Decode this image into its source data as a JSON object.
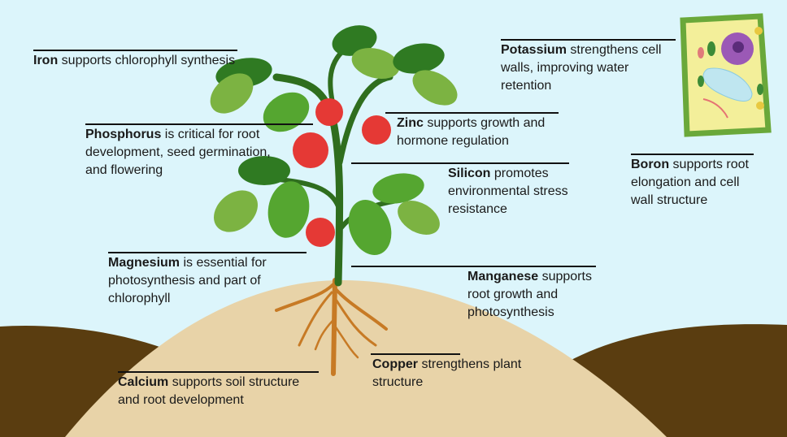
{
  "title": "Plant nutrients diagram",
  "labels": [
    {
      "id": "iron",
      "name": "Iron",
      "text": " supports chlorophyll synthesis"
    },
    {
      "id": "phosphorus",
      "name": "Phosphorus",
      "text": " is critical for root development, seed germination, and flowering"
    },
    {
      "id": "magnesium",
      "name": "Magnesium",
      "text": " is essential for photosynthesis and part of chlorophyll"
    },
    {
      "id": "calcium",
      "name": "Calcium",
      "text": " supports soil structure and root development"
    },
    {
      "id": "potassium",
      "name": "Potassium",
      "text": " strengthens cell walls, improving water retention"
    },
    {
      "id": "zinc",
      "name": "Zinc",
      "text": " supports growth and hormone regulation"
    },
    {
      "id": "silicon",
      "name": "Silicon",
      "text": " promotes environmental stress resistance"
    },
    {
      "id": "boron",
      "name": "Boron",
      "text": " supports root elongation and cell wall structure"
    },
    {
      "id": "manganese",
      "name": "Manganese",
      "text": " supports root growth and photosynthesis"
    },
    {
      "id": "copper",
      "name": "Copper",
      "text": " strengthens plant structure"
    }
  ],
  "colors": {
    "sky": "#dcf5fb",
    "soil": "#e8d3a8",
    "dark_soil": "#5a3d10",
    "stem": "#2f6e1e",
    "leaf_dark": "#2f7a22",
    "leaf_light": "#7cb342",
    "tomato": "#e53935",
    "root": "#c77a25"
  }
}
